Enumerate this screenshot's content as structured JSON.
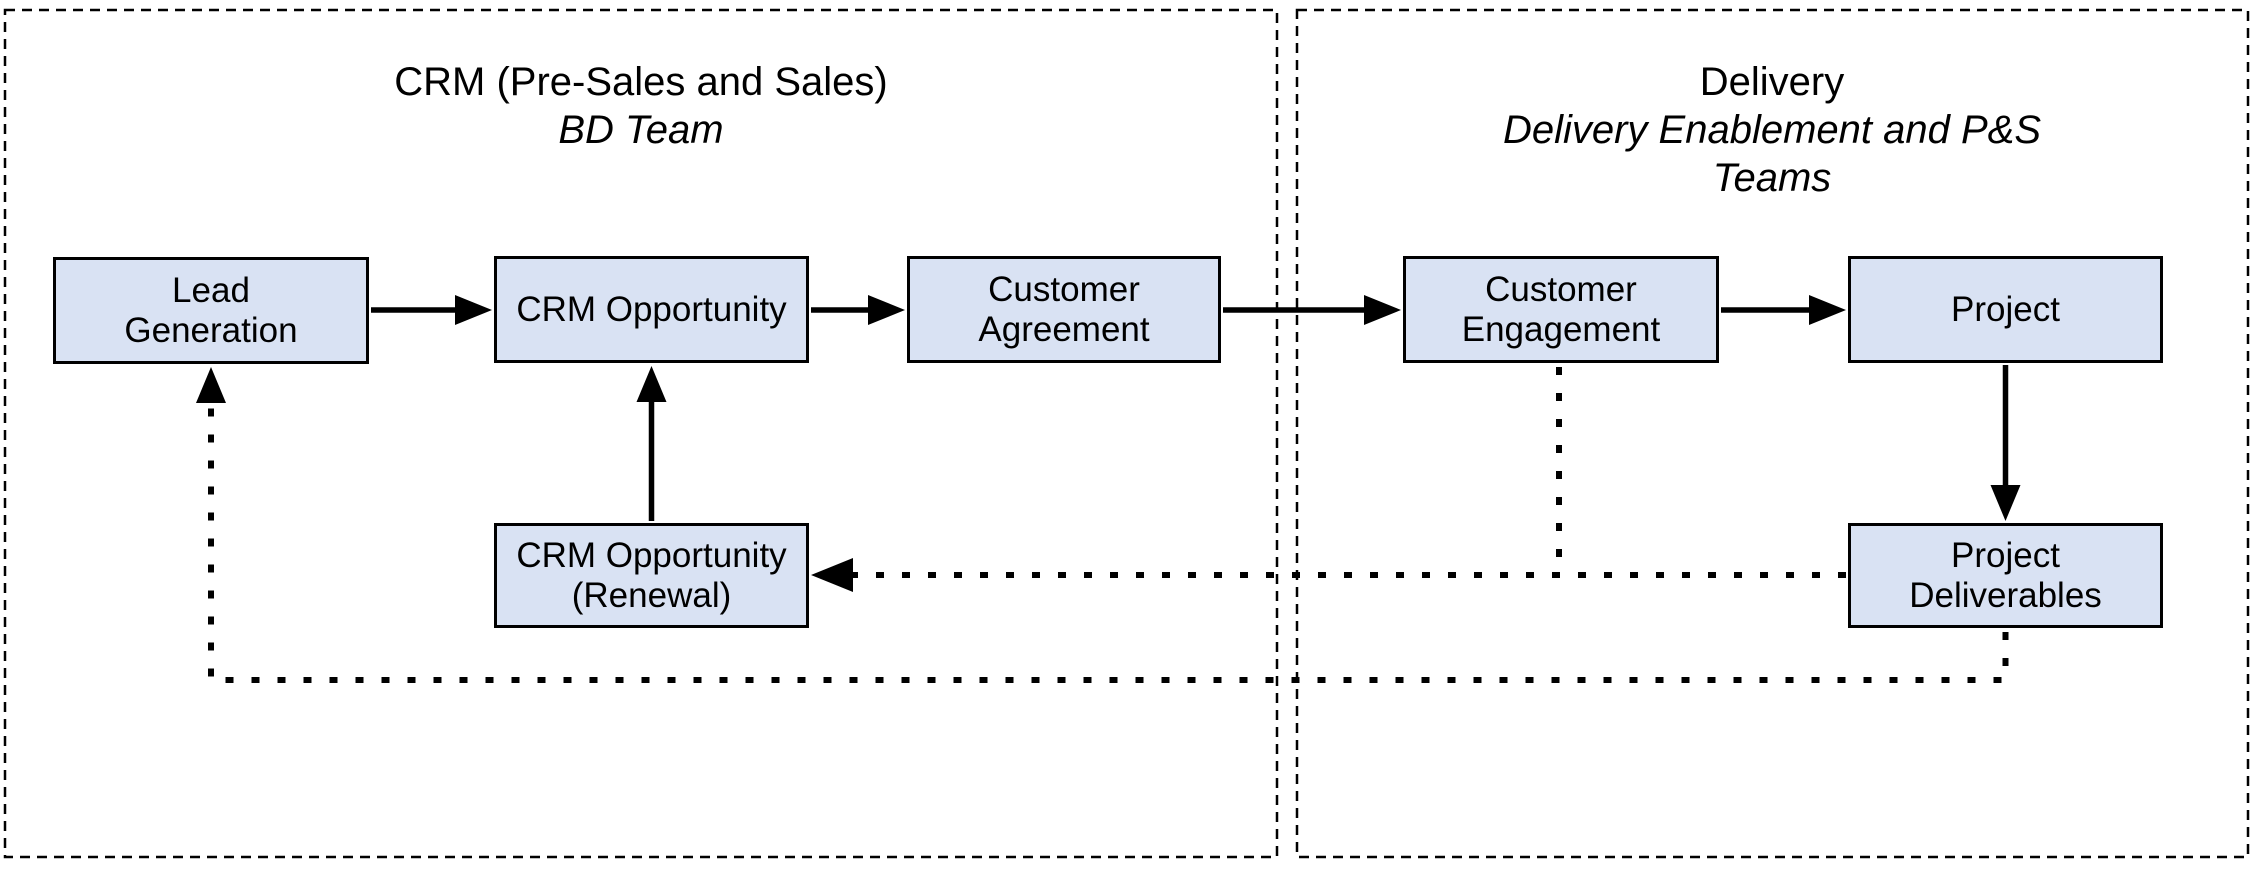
{
  "diagram": {
    "background_color": "#ffffff",
    "node_fill_color": "#d9e2f3",
    "node_border_color": "#000000",
    "line_color": "#000000",
    "containers": [
      {
        "id": "crm",
        "title": "CRM (Pre-Sales and Sales)",
        "subtitle": "BD Team"
      },
      {
        "id": "delivery",
        "title": "Delivery",
        "subtitle": "Delivery Enablement and P&S\nTeams"
      }
    ],
    "nodes": [
      {
        "id": "lead-generation",
        "label": "Lead\nGeneration",
        "container": "crm"
      },
      {
        "id": "crm-opportunity",
        "label": "CRM Opportunity",
        "container": "crm"
      },
      {
        "id": "customer-agreement",
        "label": "Customer\nAgreement",
        "container": "crm"
      },
      {
        "id": "customer-engagement",
        "label": "Customer\nEngagement",
        "container": "delivery"
      },
      {
        "id": "project",
        "label": "Project",
        "container": "delivery"
      },
      {
        "id": "crm-opportunity-renewal",
        "label": "CRM Opportunity\n(Renewal)",
        "container": "crm"
      },
      {
        "id": "project-deliverables",
        "label": "Project\nDeliverables",
        "container": "delivery"
      }
    ],
    "edges": [
      {
        "from": "lead-generation",
        "to": "crm-opportunity",
        "style": "solid"
      },
      {
        "from": "crm-opportunity",
        "to": "customer-agreement",
        "style": "solid"
      },
      {
        "from": "customer-agreement",
        "to": "customer-engagement",
        "style": "solid"
      },
      {
        "from": "customer-engagement",
        "to": "project",
        "style": "solid"
      },
      {
        "from": "project",
        "to": "project-deliverables",
        "style": "solid"
      },
      {
        "from": "crm-opportunity-renewal",
        "to": "crm-opportunity",
        "style": "solid"
      },
      {
        "from": "project-deliverables",
        "to": "crm-opportunity-renewal",
        "style": "dotted"
      },
      {
        "from": "customer-engagement",
        "to": "crm-opportunity-renewal",
        "style": "dotted"
      },
      {
        "from": "project-deliverables",
        "to": "lead-generation",
        "style": "dotted"
      }
    ]
  }
}
